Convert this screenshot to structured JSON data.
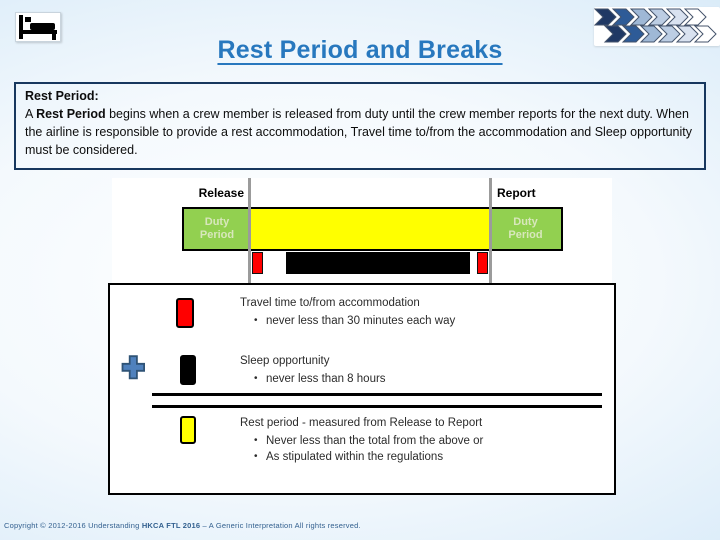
{
  "slide": {
    "title": "Rest Period and Breaks",
    "copyright": {
      "prefix": "Copyright © 2012-2016 Understanding ",
      "bold": "HKCA FTL 2016",
      "suffix": " – A Generic Interpretation All rights reserved."
    }
  },
  "info_box": {
    "heading": "Rest Period:",
    "body_prefix": "A ",
    "body_bold": "Rest Period",
    "body_suffix": " begins when a crew member is released from duty until the crew member reports for the next duty. When the airline is responsible to provide a rest accommodation, Travel time to/from the accommodation and Sleep opportunity must be considered."
  },
  "timeline": {
    "release_label": "Release",
    "report_label": "Report",
    "duty_line1": "Duty",
    "duty_line2": "Period"
  },
  "legend": {
    "travel": {
      "title": "Travel time to/from accommodation",
      "bullets": [
        "never less than 30 minutes each way"
      ]
    },
    "sleep": {
      "title": "Sleep opportunity",
      "bullets": [
        "never less than 8 hours"
      ]
    },
    "rest": {
      "title": "Rest period - measured from Release to Report",
      "bullets": [
        "Never less than the total from the above or",
        "As stipulated within the regulations"
      ]
    }
  },
  "icons": {
    "bed": "bed-icon",
    "plus": "plus-icon",
    "chevrons": "chevron-arrows-decoration"
  },
  "colors": {
    "title_blue": "#2878BE",
    "duty_green": "#92D050",
    "duty_text_light": "#D8E7BC",
    "rest_yellow": "#FFFF00",
    "travel_red": "#FF0000",
    "sleep_black": "#000000",
    "marker_gray": "#9B9B9B",
    "plus_blue": "#4F81BD",
    "copyright_blue": "#33608F",
    "chevrons": [
      "#1F3864",
      "#2E5B97",
      "#9FB8D6",
      "#BCCDE3",
      "#D9E2F0",
      "#FFFFFF"
    ]
  }
}
